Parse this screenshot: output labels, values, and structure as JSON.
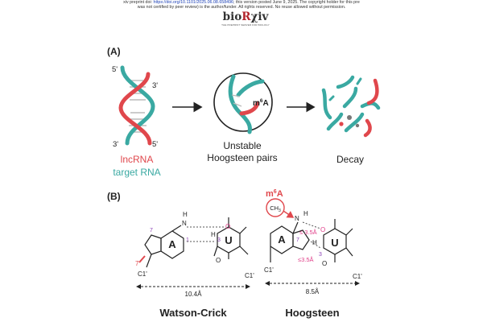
{
  "header": {
    "line1_prefix": "xiv preprint doi: ",
    "doi_link": "https://doi.org/10.1101/2025.06.08.658496",
    "line1_suffix": "; this version posted June 9, 2025. The copyright holder for this pre",
    "line2": "was not certified by peer review) is the author/funder. All rights reserved. No reuse allowed without permission."
  },
  "logo": {
    "bio": "bio",
    "r": "R",
    "xiv": "χiv",
    "tagline": "THE PREPRINT SERVER FOR BIOLOGY"
  },
  "panel_a": {
    "label": "(A)",
    "five_prime_top": "5'",
    "three_prime_top": "3'",
    "three_prime_bottom": "3'",
    "five_prime_bottom": "5'",
    "lncrna": "lncRNA",
    "target_rna": "target RNA",
    "unstable": "Unstable",
    "hoogsteen_pairs": "Hoogsteen pairs",
    "decay": "Decay",
    "m6a_m": "m",
    "m6a_sup": "6",
    "m6a_a": "A"
  },
  "panel_b": {
    "label": "(B)",
    "m6a_m": "m",
    "m6a_sup": "6",
    "m6a_a": "A",
    "ch3": "CH",
    "ch3_sub": "3",
    "le1": "≤ 3.5Å",
    "le2": "≤3.5Å",
    "dist_wc": "10.4Å",
    "dist_hg": "8.5Å",
    "wc_title": "Watson-Crick",
    "hg_title": "Hoogsteen",
    "atoms": {
      "A": "A",
      "U": "U",
      "N": "N",
      "H": "H",
      "O": "O",
      "C1": "C1'",
      "n3": "3",
      "n7": "7",
      "n1": "1"
    }
  },
  "colors": {
    "teal": "#3aa9a2",
    "red": "#e0474c",
    "pink": "#e0408a",
    "purple": "#8a3fb5",
    "dark": "#222222"
  }
}
